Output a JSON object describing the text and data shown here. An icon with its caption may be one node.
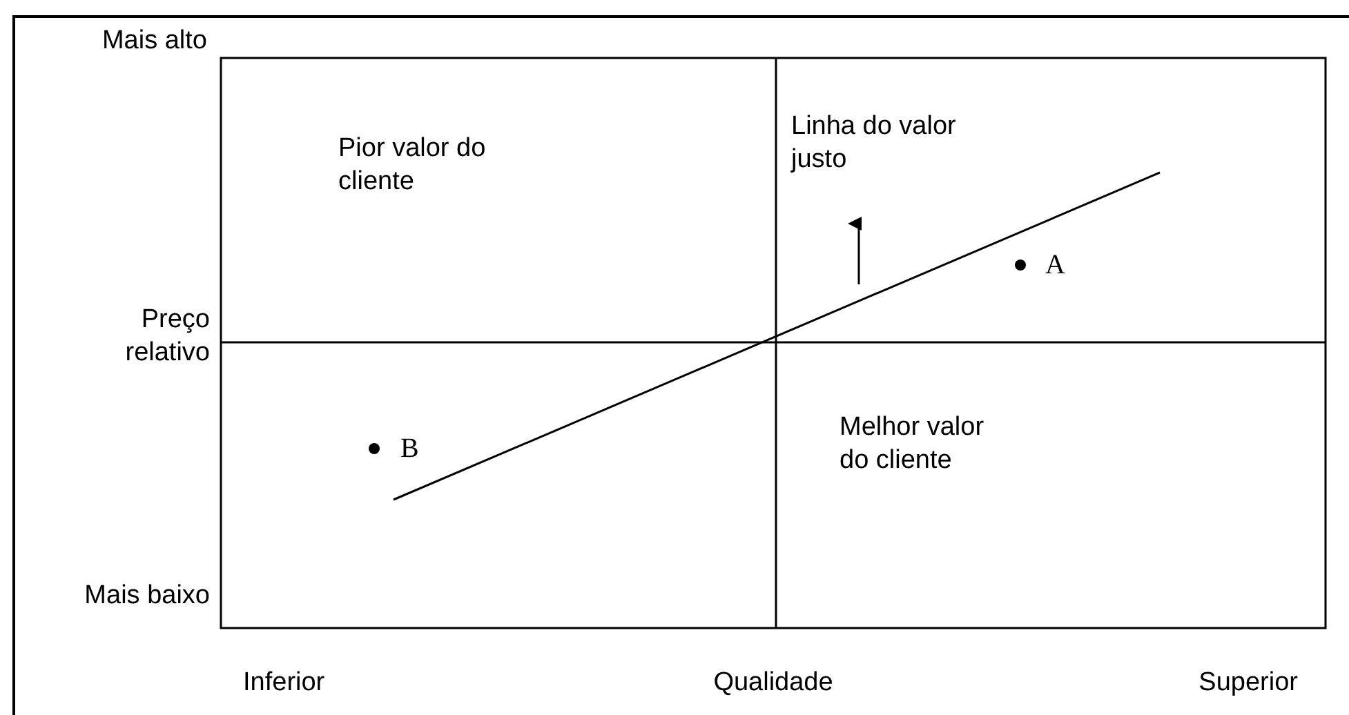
{
  "diagram": {
    "labels": [
      "Mais alto",
      "Pior valor do cliente",
      "Linha do valor justo",
      "A",
      "Preço relativo",
      "B",
      "Melhor valor do cliente",
      "Mais baixo",
      "Inferior",
      "Qualidade",
      "Superior"
    ]
  }
}
